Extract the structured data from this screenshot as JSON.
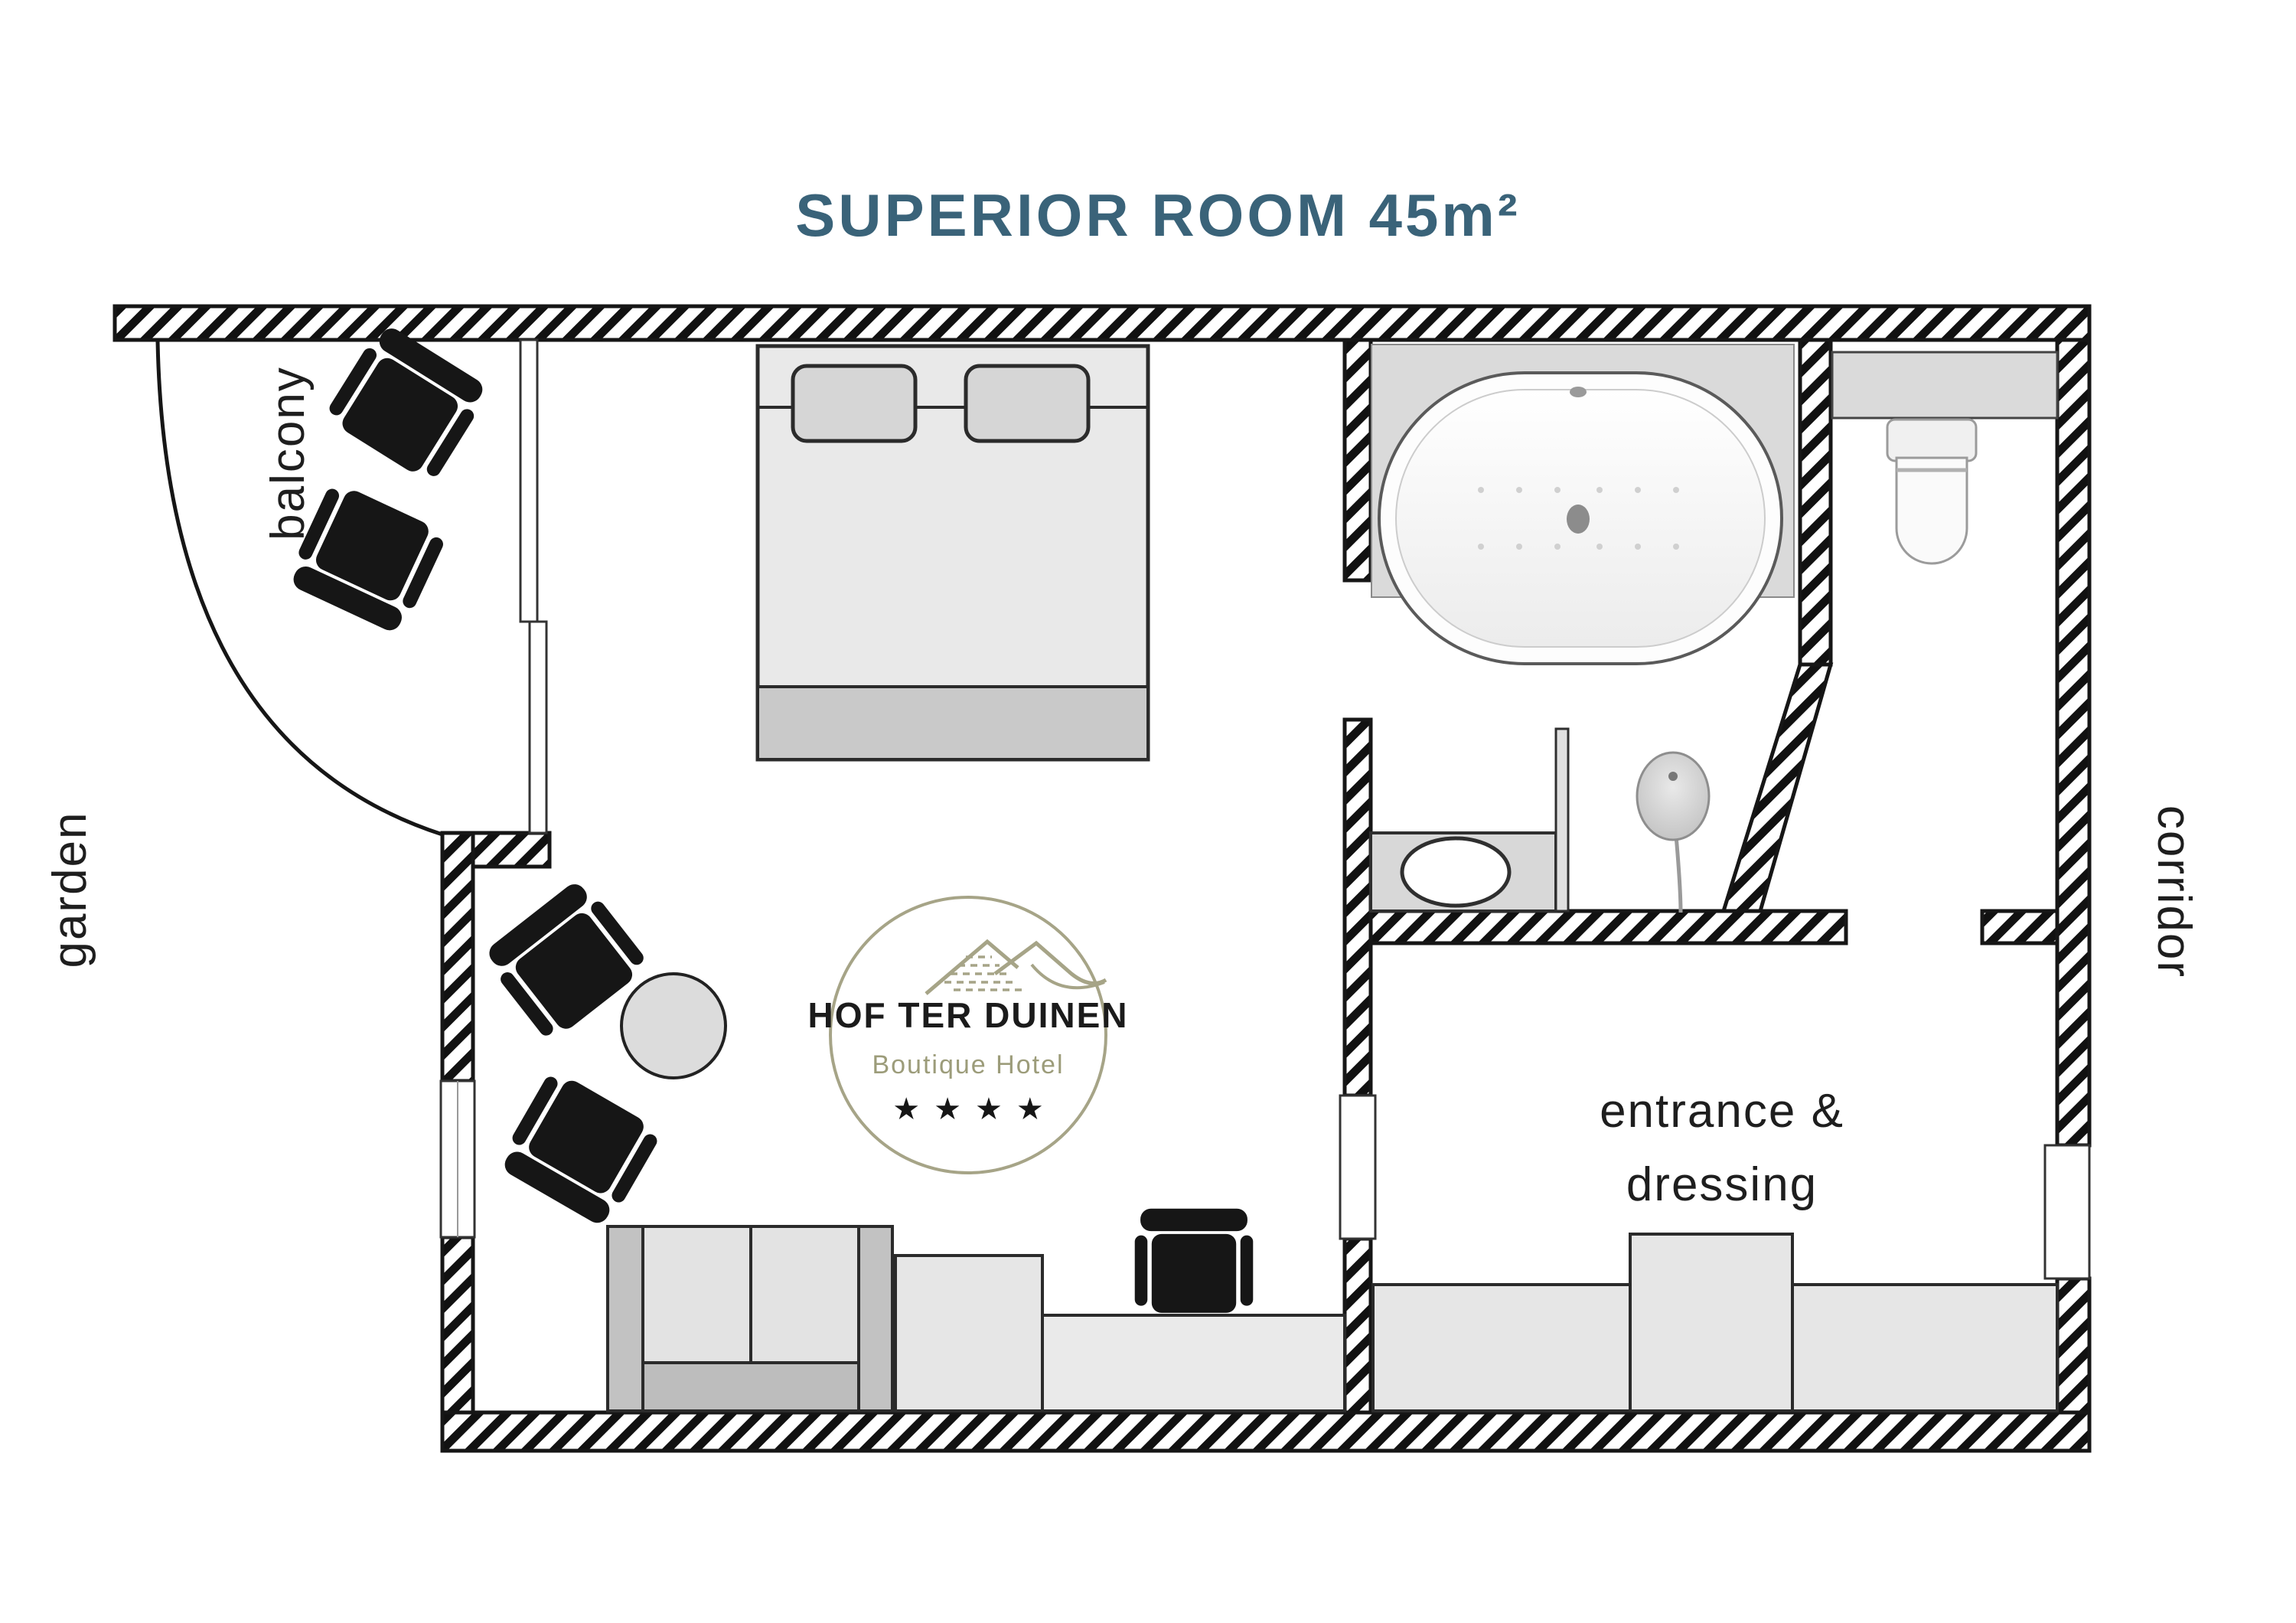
{
  "title": {
    "text": "SUPERIOR ROOM 45m²",
    "color": "#3a6379"
  },
  "area_labels": {
    "balcony": "balcony",
    "garden": "garden",
    "corridor": "corridor",
    "entrance_line1": "entrance &",
    "entrance_line2": "dressing",
    "color": "#1e1e1e"
  },
  "logo": {
    "hotel_name": "HOF TER DUINEN",
    "subtitle": "Boutique Hotel",
    "stars": "★★★★",
    "ring_color": "#a6a487",
    "subtitle_color": "#9c9c7a",
    "name_color": "#1b1b1b",
    "icon": "dunes-icon"
  },
  "palette": {
    "wall_line": "#161616",
    "furniture_line": "#2b2b2b",
    "light_gray": "#e7e7e7",
    "mid_gray": "#d6d6d6",
    "dark_gray": "#c2c2c2"
  }
}
